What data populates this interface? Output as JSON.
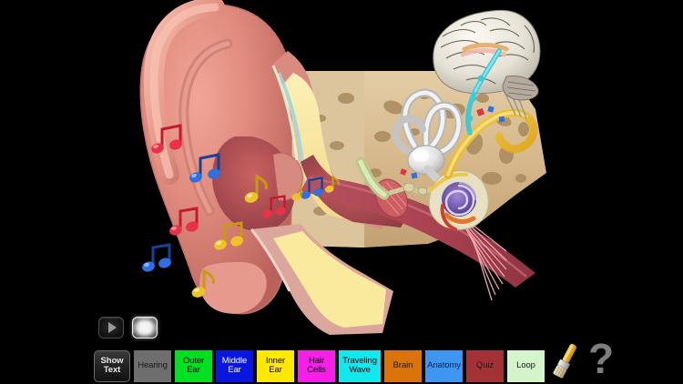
{
  "app": {
    "title": "Ear Anatomy & Hearing",
    "background_color": "#000000",
    "stage_width": 750,
    "stage_height": 422
  },
  "illustration": {
    "name": "cross-section-of-human-ear-with-brain-and-musical-notes",
    "parts": [
      {
        "label": "Pinna / Auricle",
        "color": "#e08b7e"
      },
      {
        "label": "Ear Canal",
        "color": "#f6e6a8"
      },
      {
        "label": "Temporal Bone",
        "color": "#d8bb91"
      },
      {
        "label": "Semicircular Canals",
        "color": "#e9e9e9"
      },
      {
        "label": "Cochlea",
        "color": "#6b4fa8"
      },
      {
        "label": "Auditory Nerve",
        "color": "#e8b830"
      },
      {
        "label": "Brain",
        "color": "#efece4"
      },
      {
        "label": "Auditory Pathway",
        "color": "#3fc9d8"
      }
    ],
    "note_colors": [
      "#e8324a",
      "#2f6fe0",
      "#efc22a"
    ]
  },
  "transport": {
    "play": {
      "label": "Play",
      "icon": "play-icon",
      "state": "idle"
    },
    "stop": {
      "label": "Stop",
      "icon": "stop-icon",
      "state": "active"
    }
  },
  "buttons": [
    {
      "id": "show-text",
      "lines": [
        "Show",
        "Text"
      ],
      "bg": "#232323",
      "fg": "#e8e8e8",
      "style": "showtext"
    },
    {
      "id": "hearing",
      "lines": [
        "Hearing"
      ],
      "bg": "#6e6e6e",
      "fg": "#1a1a1a",
      "style": "plain"
    },
    {
      "id": "outer-ear",
      "lines": [
        "Outer",
        "Ear"
      ],
      "bg": "#00e020",
      "fg": "#000000",
      "style": "plain"
    },
    {
      "id": "middle-ear",
      "lines": [
        "Middle",
        "Ear"
      ],
      "bg": "#0a16e0",
      "fg": "#ffffff",
      "style": "plain"
    },
    {
      "id": "inner-ear",
      "lines": [
        "Inner",
        "Ear"
      ],
      "bg": "#ffe800",
      "fg": "#000000",
      "style": "plain"
    },
    {
      "id": "hair-cells",
      "lines": [
        "Hair",
        "Cells"
      ],
      "bg": "#f520e8",
      "fg": "#000000",
      "style": "plain"
    },
    {
      "id": "traveling-wave",
      "lines": [
        "Traveling",
        "Wave"
      ],
      "bg": "#13e8ec",
      "fg": "#000000",
      "style": "wide"
    },
    {
      "id": "brain",
      "lines": [
        "Brain"
      ],
      "bg": "#d9730b",
      "fg": "#1a1a1a",
      "style": "plain"
    },
    {
      "id": "anatomy",
      "lines": [
        "Anatomy"
      ],
      "bg": "#3f96f0",
      "fg": "#10205c",
      "style": "plain"
    },
    {
      "id": "quiz",
      "lines": [
        "Quiz"
      ],
      "bg": "#a33236",
      "fg": "#1a1a1a",
      "style": "plain"
    },
    {
      "id": "loop",
      "lines": [
        "Loop"
      ],
      "bg": "#d4f5cc",
      "fg": "#1a1a1a",
      "style": "plain"
    }
  ],
  "tools": {
    "brush": {
      "label": "Brush",
      "icon": "paintbrush-icon",
      "handle_color": "#f0b820",
      "ferrule_color": "#dcdcdc",
      "bristle_color": "#e8d8b8"
    },
    "help": {
      "label": "?",
      "icon": "question-mark-icon",
      "color": "#7d7d7d"
    }
  }
}
